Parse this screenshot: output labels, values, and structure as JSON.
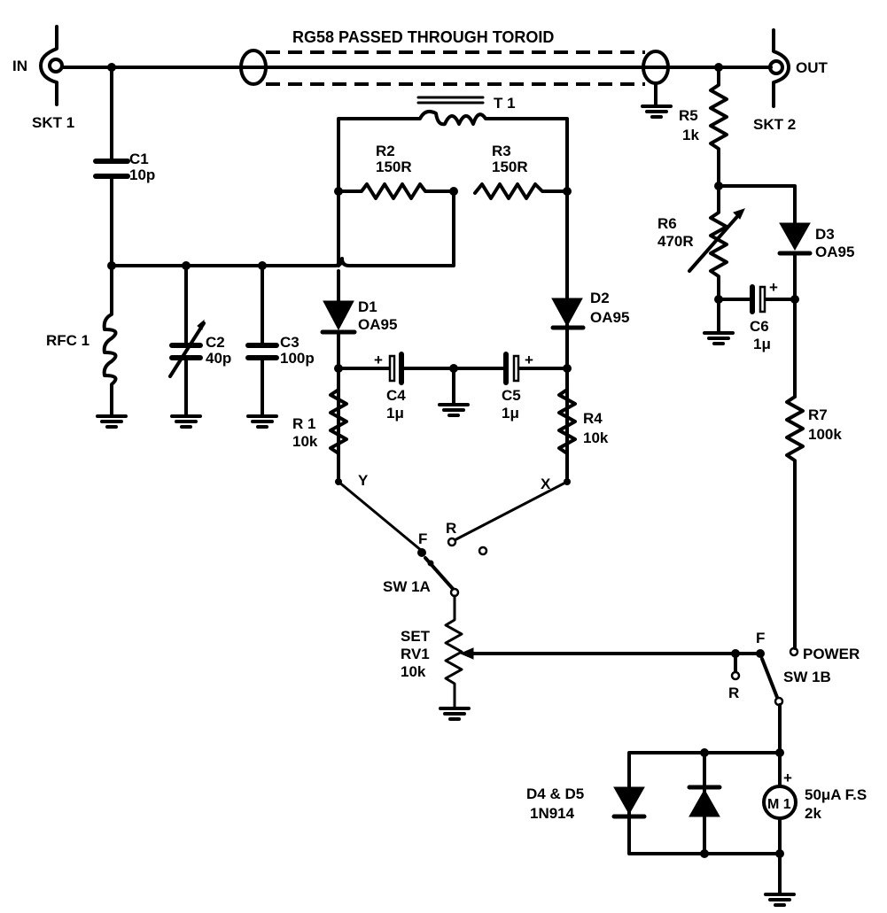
{
  "title": "RG58 PASSED THROUGH TOROID",
  "sockets": {
    "in": {
      "label": "IN",
      "ref": "SKT 1"
    },
    "out": {
      "label": "OUT",
      "ref": "SKT 2"
    }
  },
  "components": {
    "C1": {
      "ref": "C1",
      "value": "10p"
    },
    "C2": {
      "ref": "C2",
      "value": "40p"
    },
    "C3": {
      "ref": "C3",
      "value": "100p"
    },
    "C4": {
      "ref": "C4",
      "value": "1μ"
    },
    "C5": {
      "ref": "C5",
      "value": "1μ"
    },
    "C6": {
      "ref": "C6",
      "value": "1μ"
    },
    "RFC1": {
      "ref": "RFC 1"
    },
    "T1": {
      "ref": "T 1"
    },
    "R1": {
      "ref": "R 1",
      "value": "10k"
    },
    "R2": {
      "ref": "R2",
      "value": "150R"
    },
    "R3": {
      "ref": "R3",
      "value": "150R"
    },
    "R4": {
      "ref": "R4",
      "value": "10k"
    },
    "R5": {
      "ref": "R5",
      "value": "1k"
    },
    "R6": {
      "ref": "R6",
      "value": "470R"
    },
    "R7": {
      "ref": "R7",
      "value": "100k"
    },
    "D1": {
      "ref": "D1",
      "value": "OA95"
    },
    "D2": {
      "ref": "D2",
      "value": "OA95"
    },
    "D3": {
      "ref": "D3",
      "value": "OA95"
    },
    "D45": {
      "ref": "D4 & D5",
      "value": "1N914"
    },
    "RV1": {
      "label": "SET",
      "ref": "RV1",
      "value": "10k"
    },
    "SW1A": {
      "ref": "SW 1A"
    },
    "SW1B": {
      "ref": "SW 1B"
    },
    "M1": {
      "ref": "M 1",
      "value": "50μA F.S",
      "resistance": "2k",
      "polarity": "+"
    }
  },
  "nodes": {
    "x": "X",
    "y": "Y",
    "f1": "F",
    "r1": "R",
    "f2": "F",
    "r2": "R",
    "power": "POWER"
  },
  "polarity_mark": "+"
}
